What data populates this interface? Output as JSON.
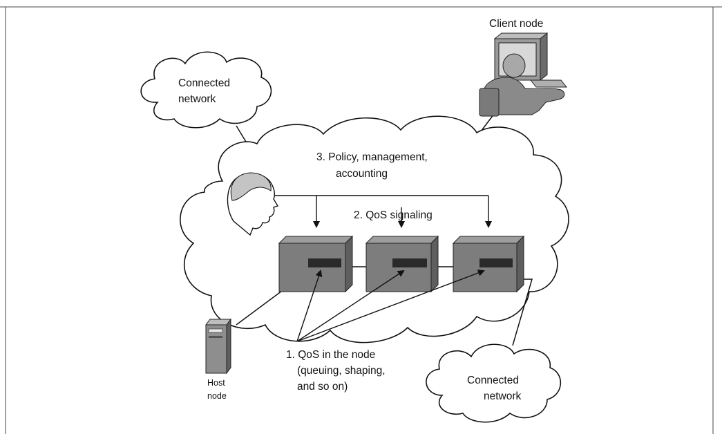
{
  "labels": {
    "client_node": "Client node",
    "connected_network_top": [
      "Connected",
      "network"
    ],
    "policy": [
      "3. Policy, management,",
      "accounting"
    ],
    "qos_signaling": "2. QoS signaling",
    "qos_node": [
      "1. QoS in the node",
      "(queuing, shaping,",
      "and so on)"
    ],
    "host_node": [
      "Host",
      "node"
    ],
    "connected_network_bottom": [
      "Connected",
      "network"
    ]
  },
  "colors": {
    "node_front": "#7d7d7d",
    "node_side": "#5e5e5e",
    "node_top": "#9d9d9d",
    "queue_slot": "#2a2a2a",
    "line": "#1a1a1a"
  },
  "icons": [
    "cloud-icon",
    "computer-user-icon",
    "human-head-icon",
    "network-node-icon",
    "server-tower-icon"
  ]
}
